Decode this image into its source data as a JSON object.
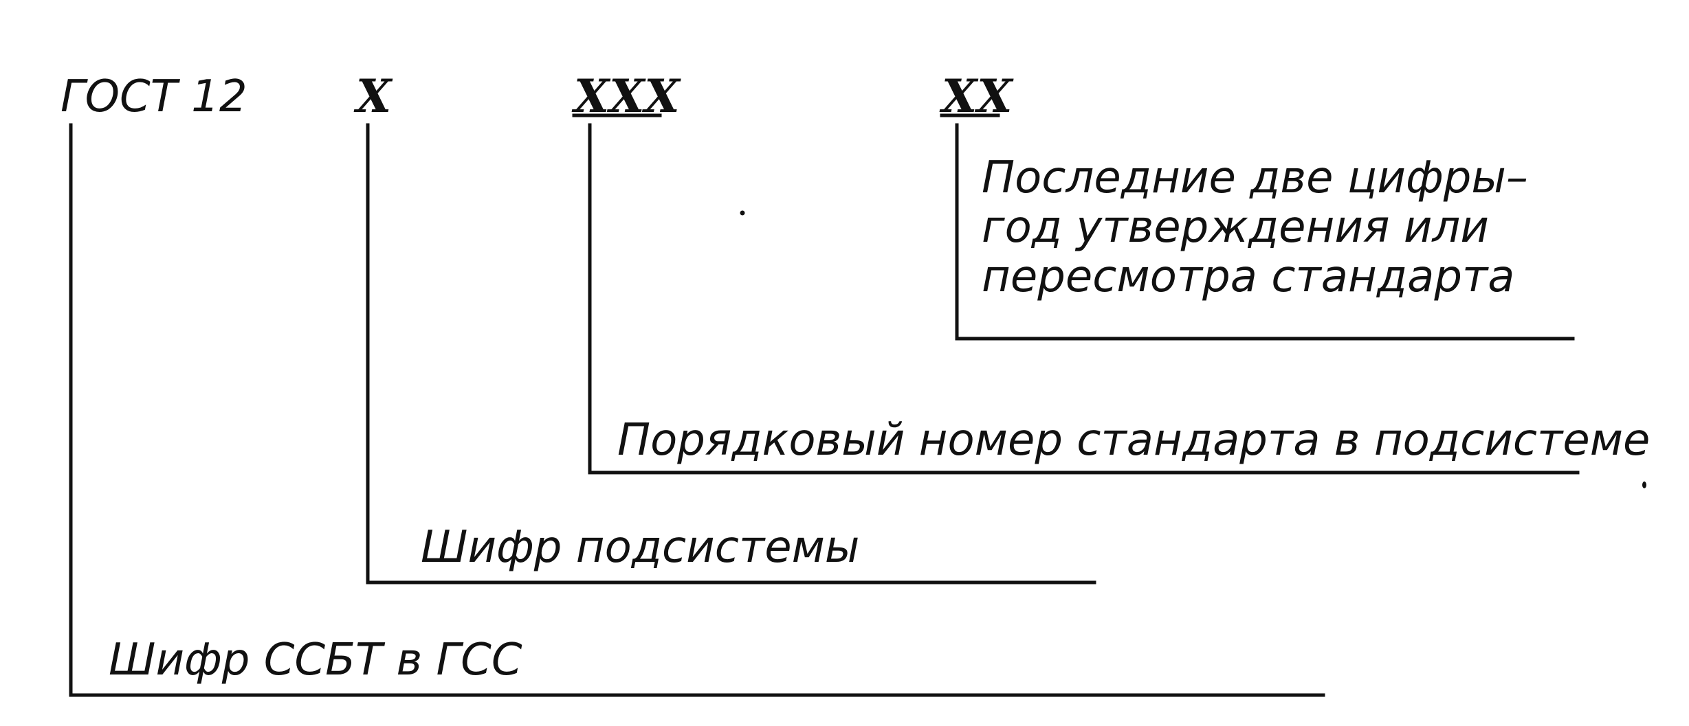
{
  "codes": {
    "gost": "ГОСТ 12",
    "subsystem": "Х",
    "serial": "ХХХ",
    "year": "ХХ"
  },
  "labels": {
    "year_lines": [
      "Последние две цифры–",
      "год  утверждения или",
      "пересмотра стандарта"
    ],
    "serial": "Порядковый  номер стандарта в подсистеме",
    "subsystem": "Шифр  подсистемы",
    "ssbt": "Шифр ССБТ в ГСС"
  }
}
